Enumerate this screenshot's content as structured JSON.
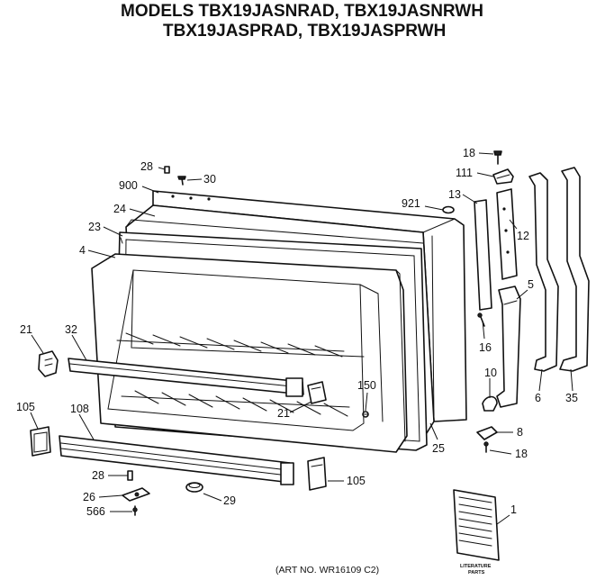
{
  "header": {
    "line1": "MODELS TBX19JASNRAD, TBX19JASNRWH",
    "line2": "TBX19JASPRAD, TBX19JASPRWH"
  },
  "callouts": {
    "p18_top": "18",
    "p111": "111",
    "p28_top": "28",
    "p30": "30",
    "p900": "900",
    "p921": "921",
    "p13": "13",
    "p24": "24",
    "p12": "12",
    "p23": "23",
    "p4": "4",
    "p5": "5",
    "p16": "16",
    "p21_left": "21",
    "p32": "32",
    "p150": "150",
    "p21_mid": "21",
    "p10": "10",
    "p6": "6",
    "p35": "35",
    "p8": "8",
    "p105_left": "105",
    "p108": "108",
    "p25": "25",
    "p18_bottom": "18",
    "p28_bottom": "28",
    "p105_bottom": "105",
    "p26": "26",
    "p29": "29",
    "p566": "566",
    "p1": "1"
  },
  "literature_label": {
    "line1": "LITERATURE",
    "line2": "PARTS"
  },
  "art_number": "(ART NO. WR16109 C2)"
}
